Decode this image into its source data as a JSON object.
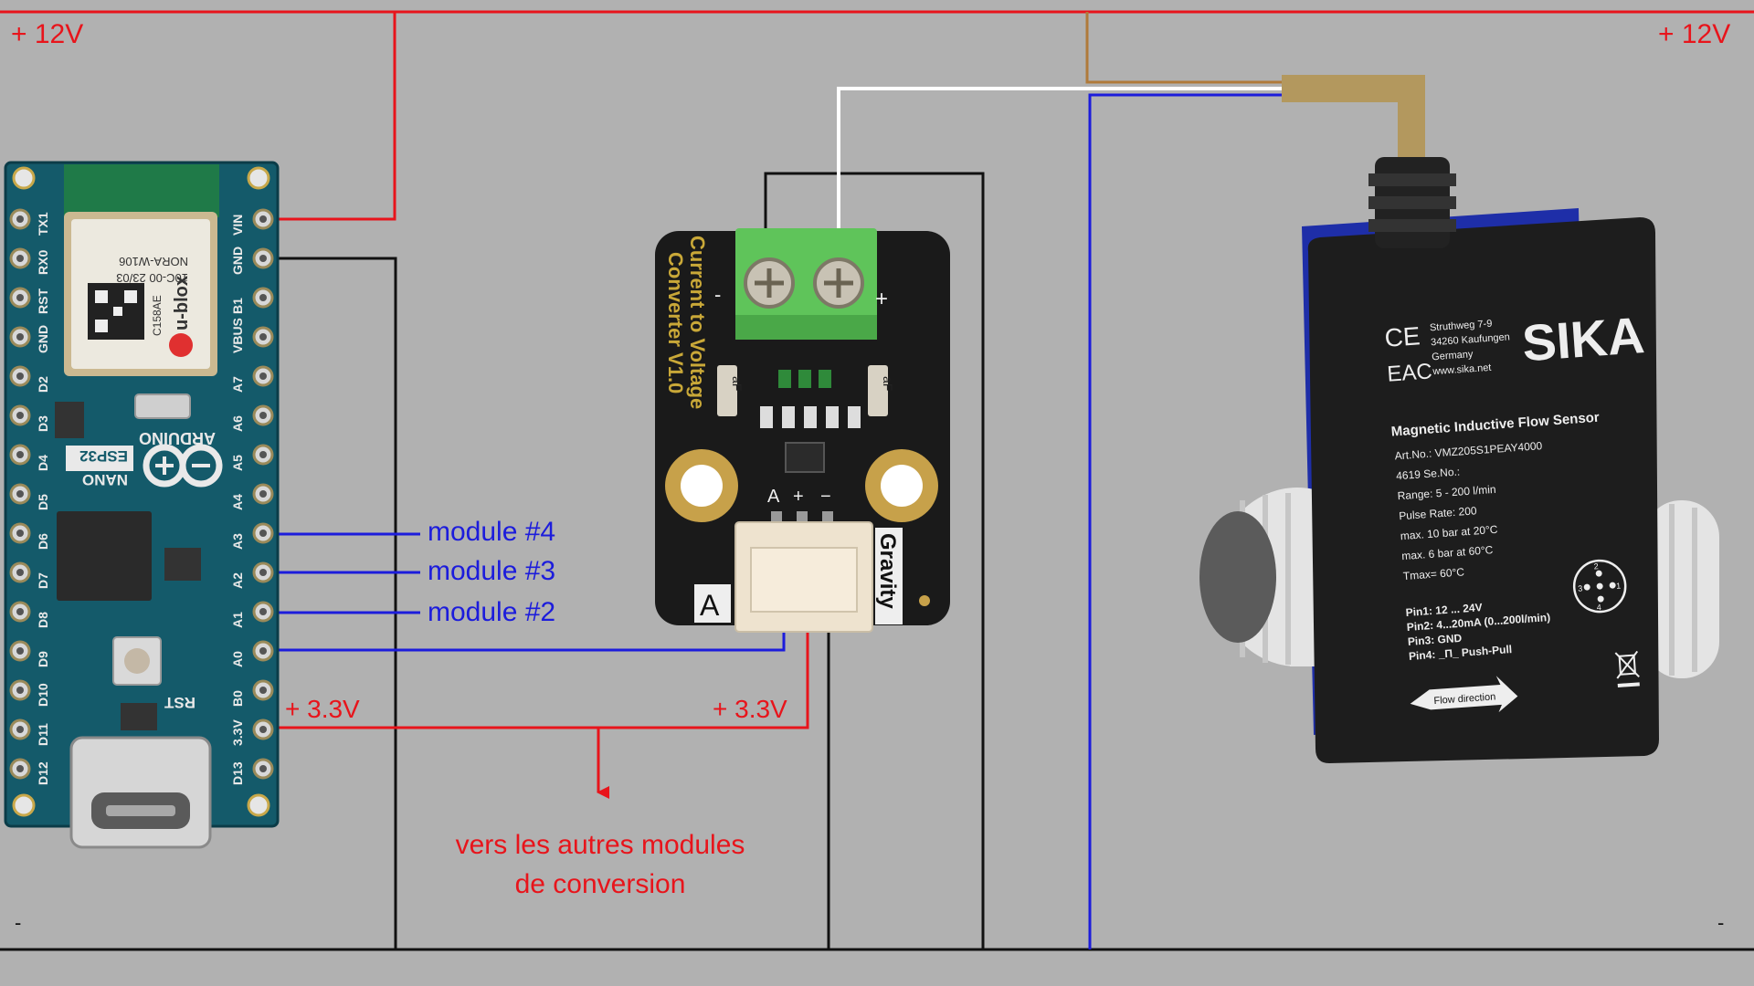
{
  "rails": {
    "v12_left": "+ 12V",
    "v12_right": "+ 12V",
    "minus_left": "-",
    "minus_right": "-"
  },
  "nano": {
    "brand": "ARDUINO",
    "model": "NANO",
    "chip": "ESP32",
    "module_brand": "u-blox",
    "module_part": "NORA-W106",
    "module_code": "10C-00 23/03",
    "module_id": "C158AE",
    "rst_label": "RST",
    "pins_right": [
      "VIN",
      "GND",
      "B1",
      "VBUS",
      "A7",
      "A6",
      "A5",
      "A4",
      "A3",
      "A2",
      "A1",
      "A0",
      "B0",
      "3.3V",
      "D13"
    ],
    "pins_left": [
      "TX1",
      "RX0",
      "RST",
      "GND",
      "D2",
      "D3",
      "D4",
      "D5",
      "D6",
      "D7",
      "D8",
      "D9",
      "D10",
      "D11",
      "D12"
    ]
  },
  "annotations": {
    "module4": "module #4",
    "module3": "module #3",
    "module2": "module #2",
    "v33_left": "+ 3.3V",
    "v33_right": "+ 3.3V",
    "others_line1": "vers les autres modules",
    "others_line2": "de conversion"
  },
  "converter": {
    "title_line1": "Current to Voltage",
    "title_line2": "Converter V1.0",
    "brand": "Gravity",
    "type_letter": "A",
    "term_minus": "-",
    "term_plus": "+",
    "pin_a": "A",
    "pin_plus": "+",
    "pin_minus": "−",
    "cap_label": "aF"
  },
  "sensor": {
    "brand": "SIKA",
    "ce": "CE",
    "eac": "EAC",
    "address": [
      "Struthweg 7-9",
      "34260 Kaufungen",
      "Germany",
      "www.sika.net"
    ],
    "product": "Magnetic Inductive Flow Sensor",
    "specs": [
      "Art.No.:  VMZ205S1PEAY4000",
      "4619   Se.No.:",
      "Range:   5 - 200 l/min",
      "Pulse Rate: 200",
      "max. 10 bar at 20°C",
      "max. 6 bar at 60°C",
      "Tmax=  60°C"
    ],
    "pins": [
      "Pin1: 12 ... 24V",
      "Pin2: 4...20mA (0...200l/min)",
      "Pin3: GND",
      "Pin4: _П_ Push-Pull"
    ],
    "connector_pins": [
      "1",
      "2",
      "3",
      "4"
    ],
    "flow": "Flow direction"
  },
  "colors": {
    "background": "#b1b1b1",
    "red_wire": "#e8141b",
    "blue_wire": "#1c1cdc",
    "black_wire": "#111111",
    "brown_wire": "#b07a3a",
    "white_wire": "#ffffff",
    "pcb_blue": "#145a6a",
    "sensor_black": "#1d1d1d",
    "sensor_blue": "#1e2ea8"
  }
}
